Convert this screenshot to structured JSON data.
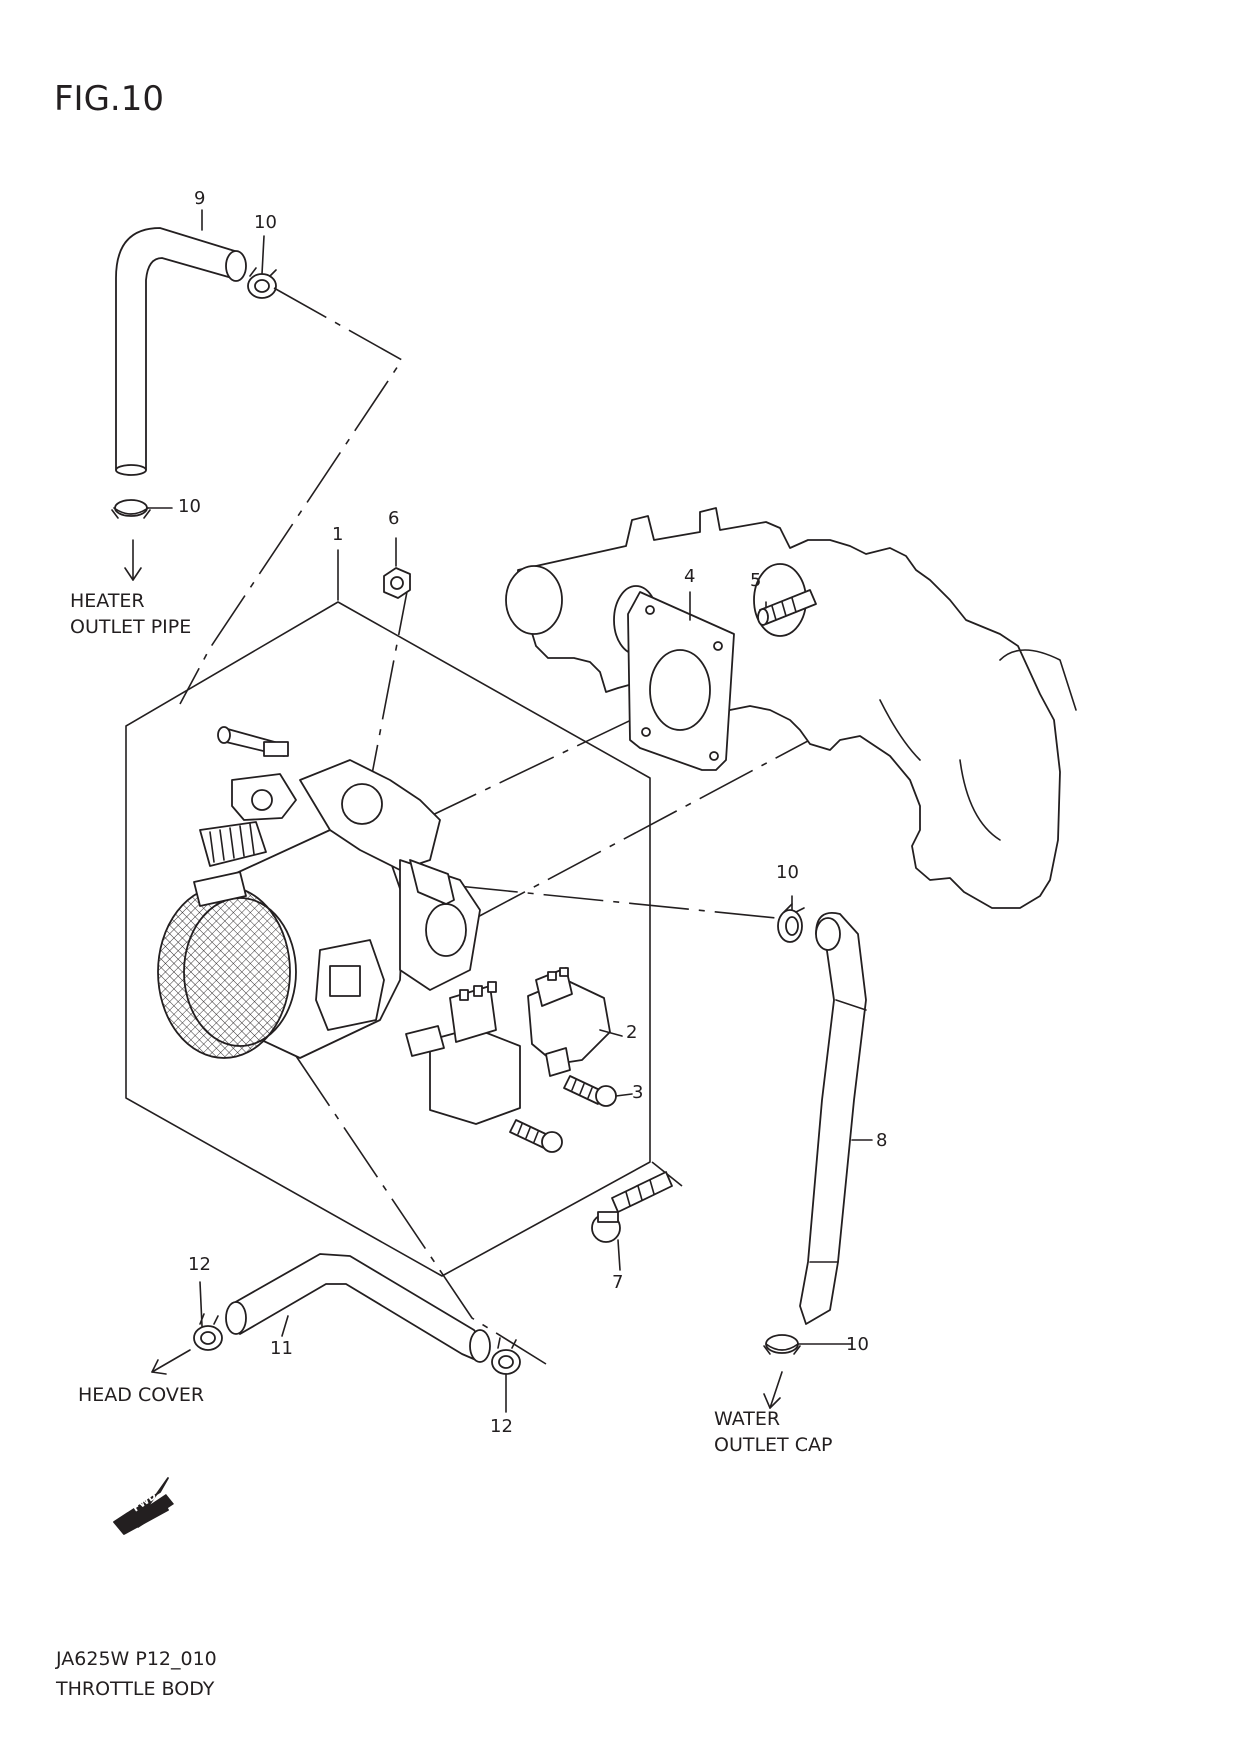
{
  "figure": {
    "title": "FIG.10",
    "code": "JA625W P12_010",
    "name": "THROTTLE BODY"
  },
  "destinations": {
    "heater_line1": "HEATER",
    "heater_line2": "OUTLET PIPE",
    "head_cover": "HEAD COVER",
    "water_line1": "WATER",
    "water_line2": "OUTLET CAP"
  },
  "callouts": {
    "c1": "1",
    "c2": "2",
    "c3": "3",
    "c4": "4",
    "c5": "5",
    "c6": "6",
    "c7": "7",
    "c8": "8",
    "c9": "9",
    "c10a": "10",
    "c10b": "10",
    "c10c": "10",
    "c10d": "10",
    "c11": "11",
    "c12a": "12",
    "c12b": "12"
  },
  "fwd_mark": "FWD"
}
